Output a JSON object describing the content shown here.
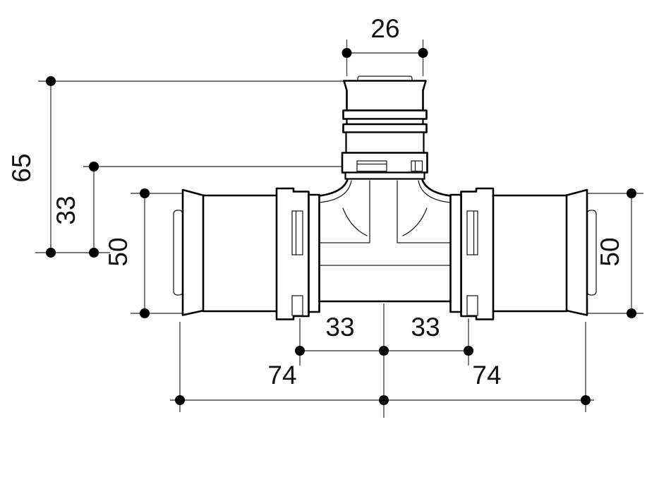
{
  "drawing": {
    "kind": "technical dimension drawing",
    "subject": "press-fitting tee piece (two horizontal press sleeves, one vertical branch sleeve)",
    "background_color": "#ffffff",
    "outline_color": "#000000",
    "dimension_line_color": "#4a4a4a",
    "dimension_marker": "filled dot",
    "labels": {
      "d26": "26",
      "d65": "65",
      "d33_side": "33",
      "d50_left": "50",
      "d50_right": "50",
      "d33_bottom_left": "33",
      "d33_bottom_right": "33",
      "d74_left": "74",
      "d74_right": "74"
    }
  }
}
